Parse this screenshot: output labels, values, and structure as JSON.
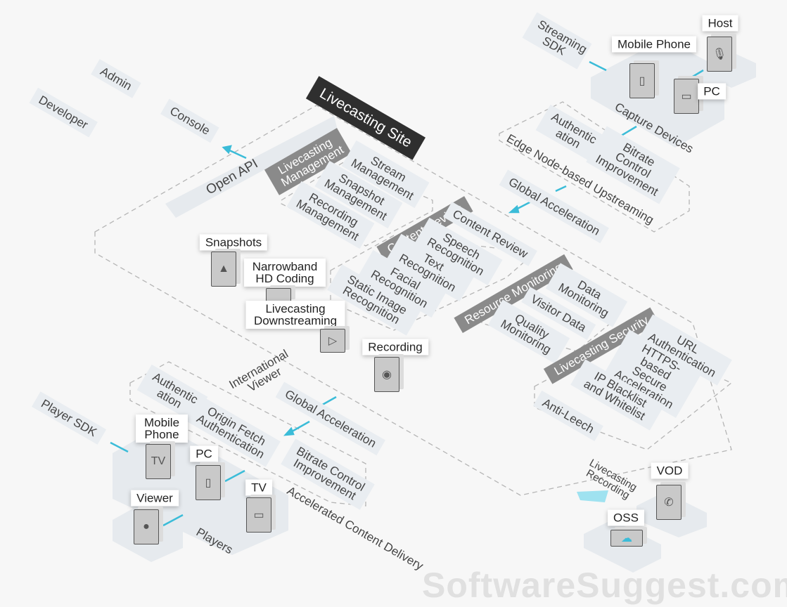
{
  "colors": {
    "accent": "#3bbcd8",
    "header": "#8a8a8a",
    "site": "#2f2f2f",
    "tile": "#e9edf1"
  },
  "site_title": "Livecasting Site",
  "roles": {
    "developer": "Developer",
    "admin": "Admin",
    "console": "Console",
    "open_api": "Open API"
  },
  "host_side": {
    "streaming_sdk": "Streaming SDK",
    "host": "Host",
    "mobile_phone": "Mobile Phone",
    "pc": "PC",
    "capture_devices": "Capture Devices",
    "authentication": "Authentic ation",
    "bitrate": "Bitrate Control Improvement",
    "edge": "Edge Node-based Upstreaming",
    "global": "Global Acceleration"
  },
  "management": {
    "header": "Livecasting Management",
    "items": [
      "Stream Management",
      "Snapshot Management",
      "Recording Management"
    ]
  },
  "content_review": {
    "header": "Content Review",
    "items": [
      "Content Review",
      "Speech Recognition",
      "Text Recognition",
      "Facial Recognition",
      "Static Image Recognition"
    ]
  },
  "monitoring": {
    "header": "Resource Monitoring",
    "items": [
      "Data Monitoring",
      "Visitor Data",
      "Quality Monitoring"
    ]
  },
  "security": {
    "header": "Livecasting Security",
    "items": [
      "URL Authentication",
      "HTTPS-based Secure Acceleration",
      "IP Blacklist and Whitelist",
      "Anti-Leech"
    ]
  },
  "features": {
    "snapshots": "Snapshots",
    "narrowband": "Narrowband HD Coding",
    "downstreaming": "Livecasting Downstreaming",
    "recording": "Recording"
  },
  "viewer_side": {
    "international": "International Viewer",
    "authentication": "Authentic ation",
    "global": "Global Acceleration",
    "origin": "Origin Fetch Authentication",
    "bitrate": "Bitrate Control Improvement",
    "delivery": "Accelerated Content Delivery",
    "player_sdk": "Player SDK",
    "mobile_phone": "Mobile Phone",
    "pc": "PC",
    "tv": "TV",
    "viewer": "Viewer",
    "players": "Players"
  },
  "storage": {
    "recording": "Livecasting Recording",
    "vod": "VOD",
    "oss": "OSS"
  },
  "watermark": "SoftwareSuggest.com"
}
